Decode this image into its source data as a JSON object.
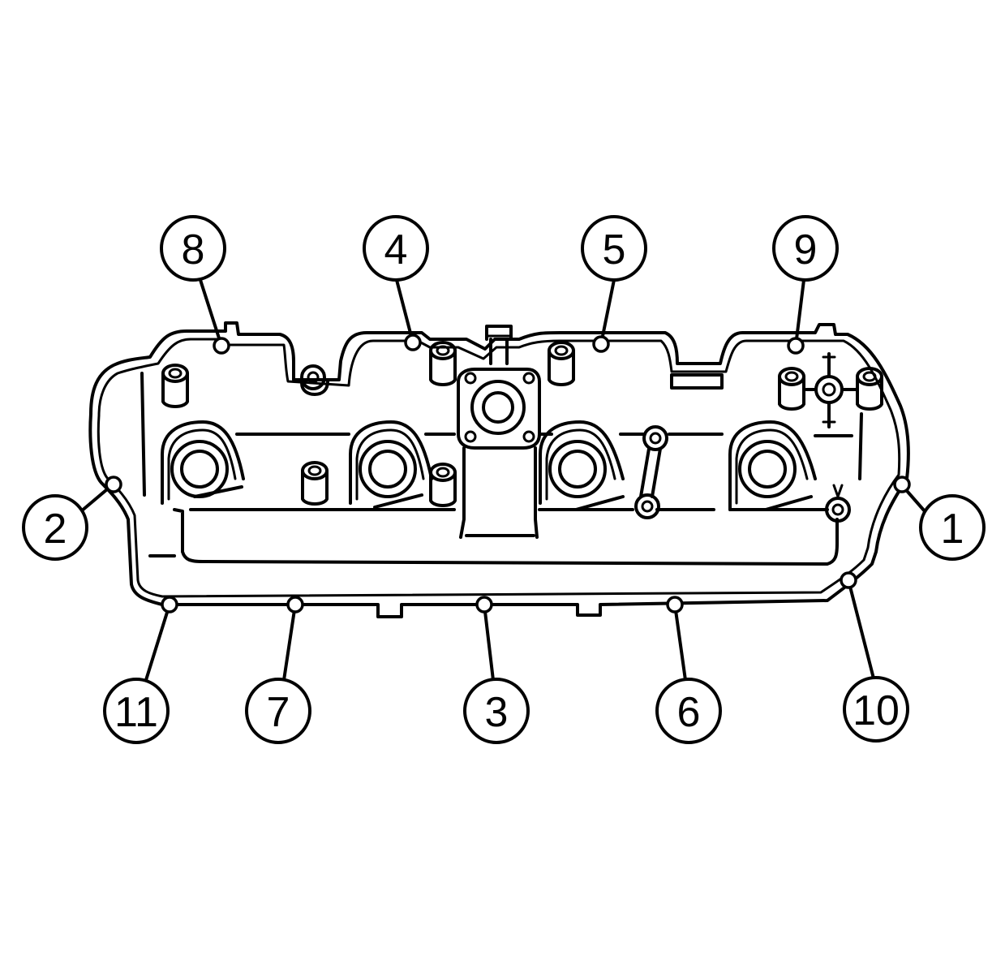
{
  "diagram": {
    "ink_color": "#000000",
    "background": "#ffffff",
    "callouts": [
      "8",
      "4",
      "5",
      "9",
      "2",
      "1",
      "11",
      "7",
      "3",
      "6",
      "10"
    ]
  }
}
